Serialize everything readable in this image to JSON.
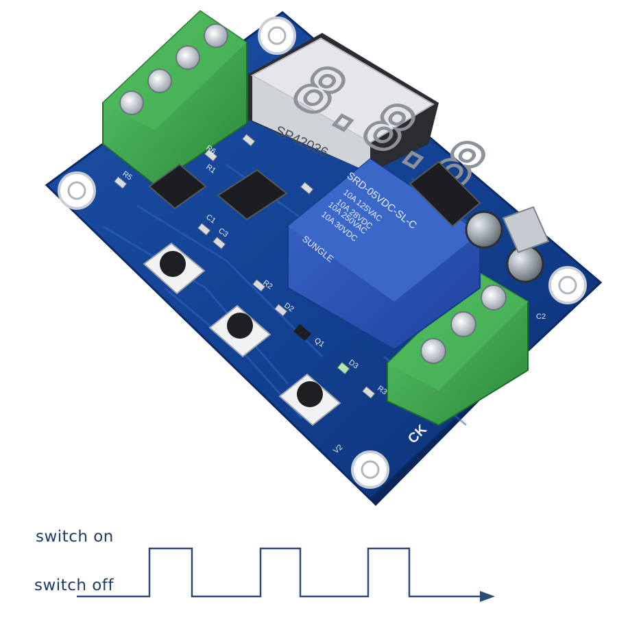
{
  "board": {
    "display_digits": "8.8.8",
    "display_part_code": "SP42036",
    "relay_brand": "SUNGLE",
    "relay_model": "SRD-05VDC-SL-C",
    "relay_rating_ac": "10A 250VAC",
    "relay_rating_dc": "10A 30VDC",
    "relay_rating_ac2": "10A 125VAC",
    "relay_rating_dc2": "10A 28VDC",
    "silk_labels": {
      "ck": "CK",
      "r1": "R1",
      "r2": "R2",
      "r3": "R3",
      "r5": "R5",
      "r6": "R6",
      "c1": "C1",
      "c2": "C2",
      "c3": "C3",
      "d2": "D2",
      "d3": "D3",
      "q1": "Q1",
      "v2": "V2"
    }
  },
  "waveform": {
    "label_on": "switch on",
    "label_off": "switch off",
    "pulses": 3,
    "color": "#2c4a78"
  },
  "colors": {
    "pcb": "#0f3b86",
    "terminal": "#3fa94e",
    "relay": "#2e56b8",
    "label": "#1f3a63"
  }
}
